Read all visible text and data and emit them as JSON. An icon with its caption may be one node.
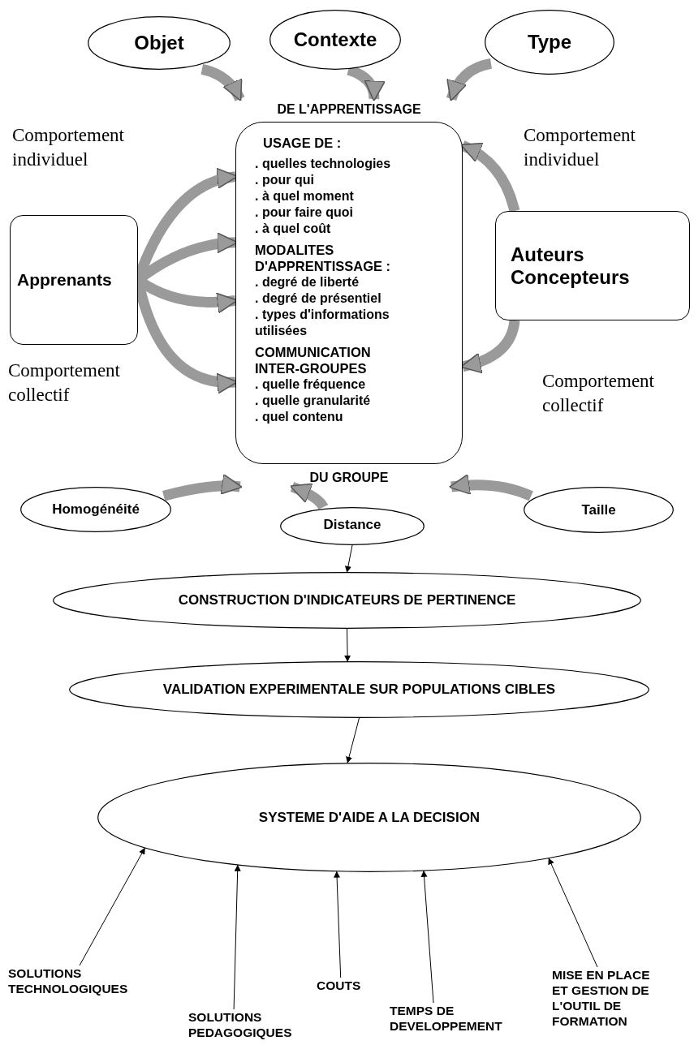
{
  "diagram": {
    "nodes": [
      {
        "text": [
          "Objet"
        ]
      },
      {
        "text": [
          "Contexte"
        ]
      },
      {
        "text": [
          "Type"
        ]
      },
      {
        "text": [
          "USAGE DE :",
          ". quelles technologies",
          ". pour qui",
          ". à quel moment",
          ". pour faire quoi",
          ". à quel coût",
          "MODALITES D'APPRENTISSAGE :",
          ". degré de liberté",
          ". degré de présentiel",
          ". types d'informations utilisées",
          "COMMUNICATION INTER-GROUPES",
          ". quelle fréquence",
          ". quelle granularité",
          ". quel contenu"
        ],
        "beside": [
          "DE L'APPRENTISSAGE",
          "DU GROUPE"
        ]
      },
      {
        "text": [
          "Apprenants"
        ]
      },
      {
        "text": [
          "Auteurs Concepteurs"
        ]
      },
      {
        "text": [
          "Homogénéité"
        ]
      },
      {
        "text": [
          "Distance"
        ]
      },
      {
        "text": [
          "Taille"
        ]
      },
      {
        "text": [
          "CONSTRUCTION D'INDICATEURS DE PERTINENCE"
        ]
      },
      {
        "text": [
          "VALIDATION EXPERIMENTALE SUR POPULATIONS CIBLES"
        ]
      },
      {
        "text": [
          "SYSTEME D'AIDE A LA DECISION"
        ]
      },
      {
        "text": [
          "SOLUTIONS TECHNOLOGIQUES"
        ]
      },
      {
        "text": [
          "SOLUTIONS PEDAGOGIQUES"
        ]
      },
      {
        "text": [
          "COUTS"
        ]
      },
      {
        "text": [
          "TEMPS DE DEVELOPPEMENT"
        ]
      },
      {
        "text": [
          "MISE EN PLACE ET GESTION DE L'OUTIL DE FORMATION"
        ]
      }
    ],
    "edges": [
      {
        "from": 0,
        "to": 3,
        "arrow": "to"
      },
      {
        "from": 1,
        "to": 3,
        "arrow": "to"
      },
      {
        "from": 2,
        "to": 3,
        "arrow": "to"
      },
      {
        "from": 4,
        "to": 3,
        "arrow": "to"
      },
      {
        "from": 4,
        "to": 3,
        "arrow": "to"
      },
      {
        "from": 4,
        "to": 3,
        "arrow": "to"
      },
      {
        "from": 4,
        "to": 3,
        "arrow": "to"
      },
      {
        "from": 5,
        "to": 3,
        "arrow": "to"
      },
      {
        "from": 5,
        "to": 3,
        "arrow": "to"
      },
      {
        "from": 6,
        "to": 3,
        "arrow": "to"
      },
      {
        "from": 7,
        "to": 3,
        "arrow": "to"
      },
      {
        "from": 8,
        "to": 3,
        "arrow": "to"
      },
      {
        "from": 7,
        "to": 9,
        "arrow": "to",
        "color": "#000000"
      },
      {
        "from": 9,
        "to": 10,
        "arrow": "to",
        "color": "#000000"
      },
      {
        "from": 10,
        "to": 11,
        "arrow": "to",
        "color": "#000000"
      },
      {
        "from": 12,
        "to": 11,
        "arrow": "to",
        "color": "#000000"
      },
      {
        "from": 13,
        "to": 11,
        "arrow": "to",
        "color": "#000000"
      },
      {
        "from": 14,
        "to": 11,
        "arrow": "to",
        "color": "#000000"
      },
      {
        "from": 15,
        "to": 11,
        "arrow": "to",
        "color": "#000000"
      },
      {
        "from": 16,
        "to": 11,
        "arrow": "to",
        "color": "#000000"
      }
    ],
    "labels": [
      "Comportement individuel",
      "Comportement individuel",
      "Comportement collectif",
      "Comportement collectif"
    ]
  }
}
